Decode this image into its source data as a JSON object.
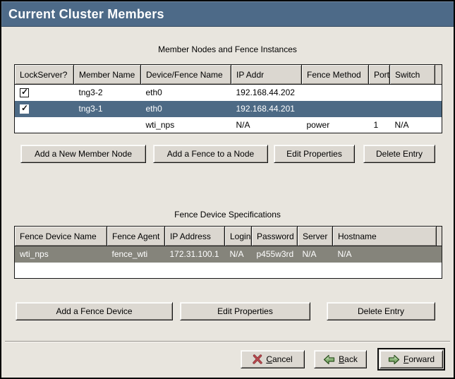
{
  "window": {
    "title": "Current Cluster Members"
  },
  "colors": {
    "titlebar": "#4d6a88",
    "selection_blue": "#4d6a85",
    "selection_gray": "#85847b",
    "background": "#e8e5de"
  },
  "glyphs": {
    "check": "✓"
  },
  "member_table": {
    "caption": "Member Nodes and Fence Instances",
    "columns": [
      "LockServer?",
      "Member Name",
      "Device/Fence Name",
      "IP Addr",
      "Fence Method",
      "Port",
      "Switch"
    ],
    "rows": [
      {
        "lockserver_checked": true,
        "member_name": "tng3-2",
        "device_fence_name": "eth0",
        "ip_addr": "192.168.44.202",
        "fence_method": "",
        "port": "",
        "switch": "",
        "selected": false
      },
      {
        "lockserver_checked": true,
        "member_name": "tng3-1",
        "device_fence_name": "eth0",
        "ip_addr": "192.168.44.201",
        "fence_method": "",
        "port": "",
        "switch": "",
        "selected": true
      },
      {
        "lockserver_checked": null,
        "member_name": "",
        "device_fence_name": "wti_nps",
        "ip_addr": "N/A",
        "fence_method": "power",
        "port": "1",
        "switch": "N/A",
        "selected": false
      }
    ],
    "buttons": [
      "Add a New Member Node",
      "Add a Fence to a Node",
      "Edit Properties",
      "Delete Entry"
    ]
  },
  "fence_table": {
    "caption": "Fence Device Specifications",
    "columns": [
      "Fence Device Name",
      "Fence Agent",
      "IP Address",
      "Login",
      "Password",
      "Server",
      "Hostname"
    ],
    "rows": [
      {
        "fence_device_name": "wti_nps",
        "fence_agent": "fence_wti",
        "ip_address": "172.31.100.1",
        "login": "N/A",
        "password": "p455w3rd",
        "server": "N/A",
        "hostname": "N/A",
        "selected": true
      }
    ],
    "buttons": [
      "Add a Fence Device",
      "Edit Properties",
      "Delete Entry"
    ]
  },
  "footer": {
    "cancel": {
      "m": "C",
      "rest": "ancel"
    },
    "back": {
      "m": "B",
      "rest": "ack"
    },
    "forward": {
      "m": "F",
      "rest": "orward"
    }
  }
}
